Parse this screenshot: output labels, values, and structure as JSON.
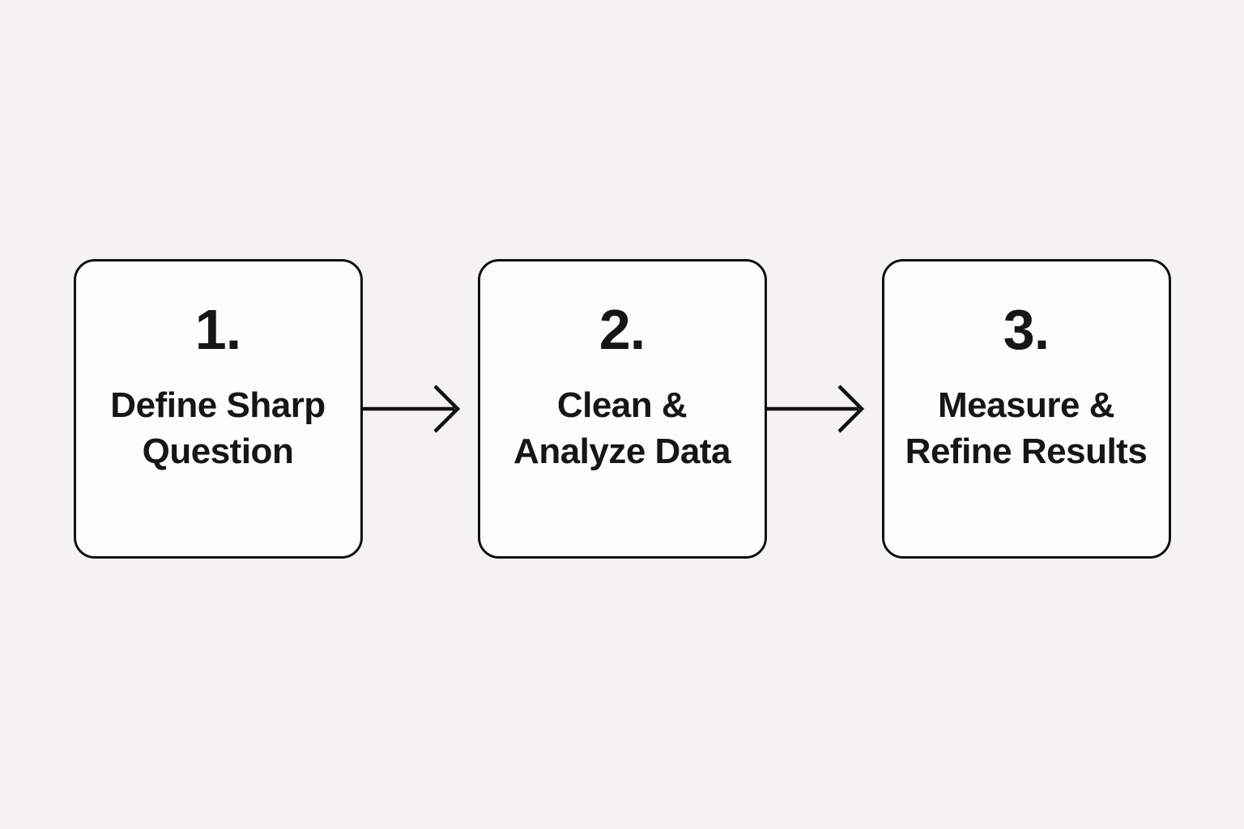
{
  "diagram": {
    "type": "flowchart-horizontal",
    "steps": [
      {
        "number": "1.",
        "title": "Define Sharp Question",
        "line1": "Define Sharp",
        "line2": "Question"
      },
      {
        "number": "2.",
        "title": "Clean & Analyze Data",
        "line1": "Clean &",
        "line2": "Analyze Data"
      },
      {
        "number": "3.",
        "title": "Measure & Refine Results",
        "line1": "Measure &",
        "line2": "Refine Results"
      }
    ],
    "connectors": [
      {
        "from": "1",
        "to": "2",
        "icon": "right-arrow"
      },
      {
        "from": "2",
        "to": "3",
        "icon": "right-arrow"
      }
    ],
    "colors": {
      "background": "#f4f3f1",
      "box_fill": "#fdfdfd",
      "stroke": "#111111",
      "text": "#161616"
    }
  }
}
